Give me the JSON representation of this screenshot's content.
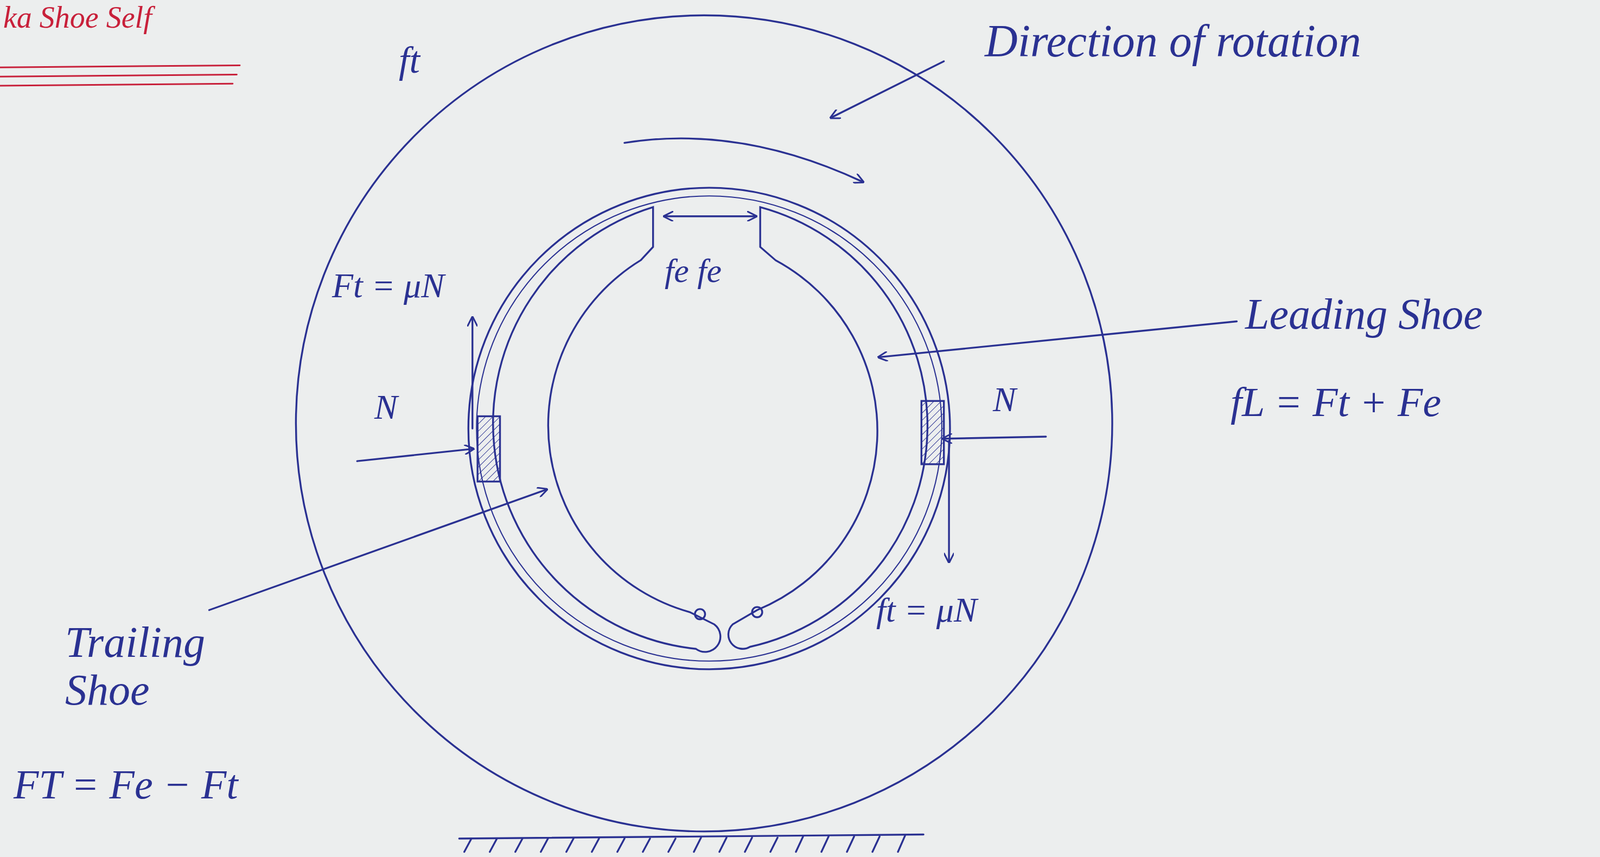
{
  "diagram": {
    "labels": [
      "ka Shoe Self",
      "ft",
      "Direction of rotation",
      "fe fe",
      "Ft = μN",
      "N",
      "N",
      "Leading Shoe",
      "fL = Ft + Fe",
      "Trailing Shoe",
      "FT = Fe − Ft",
      "ft = μN"
    ]
  }
}
